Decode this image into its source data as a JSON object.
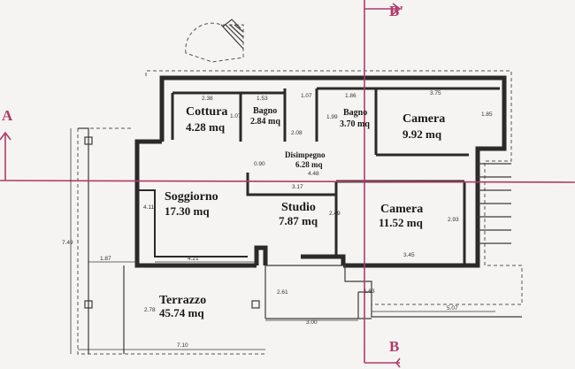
{
  "rooms": {
    "cottura": {
      "name": "Cottura",
      "area": "4.28 mq"
    },
    "bagno1": {
      "name": "Bagno",
      "area": "2.84 mq"
    },
    "bagno2": {
      "name": "Bagno",
      "area": "3.70 mq"
    },
    "camera1": {
      "name": "Camera",
      "area": "9.92 mq"
    },
    "disimpegno": {
      "name": "Disimpegno",
      "area": "6.28 mq"
    },
    "soggiorno": {
      "name": "Soggiorno",
      "area": "17.30 mq"
    },
    "studio": {
      "name": "Studio",
      "area": "7.87 mq"
    },
    "camera2": {
      "name": "Camera",
      "area": "11.52 mq"
    },
    "terrazzo": {
      "name": "Terrazzo",
      "area": "45.74 mq"
    }
  },
  "dimensions": {
    "d238": "2.38",
    "d153": "1.53",
    "d107a": "1.07",
    "d186": "1.86",
    "d375": "3.75",
    "d107b": "1.07",
    "d199": "1.99",
    "d185": "1.85",
    "d208": "2.08",
    "d090": "0.90",
    "d448": "4.48",
    "d317": "3.17",
    "d411": "4.11",
    "d249": "2.49",
    "d293": "2.93",
    "d749": "7.49",
    "d187": "1.87",
    "d421": "4.21",
    "d345": "3.45",
    "d261": "2.61",
    "d163": "1.63",
    "d278": "2.78",
    "d507": "5.07",
    "d300": "3.00",
    "d710": "7.10"
  },
  "sections": {
    "a": "A",
    "b_top": "B'",
    "b_bottom": "B"
  },
  "colors": {
    "section_line": "#b03a6a",
    "wall": "#2a2a2a",
    "paper": "#f6f4f2"
  }
}
